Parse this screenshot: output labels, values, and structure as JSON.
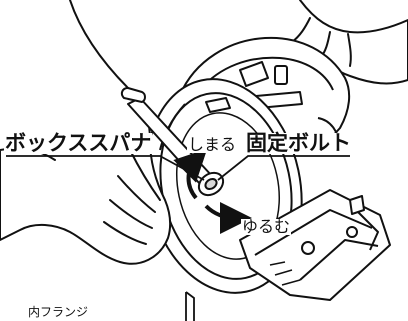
{
  "labels": {
    "box_spanner": "ボックススパナ",
    "fixing_bolt": "固定ボルト",
    "tighten": "しまる",
    "loosen": "ゆるむ",
    "inner_flange": "内フランジ"
  },
  "colors": {
    "line": "#111111",
    "background": "#ffffff",
    "shade": "#d9d9d9"
  }
}
